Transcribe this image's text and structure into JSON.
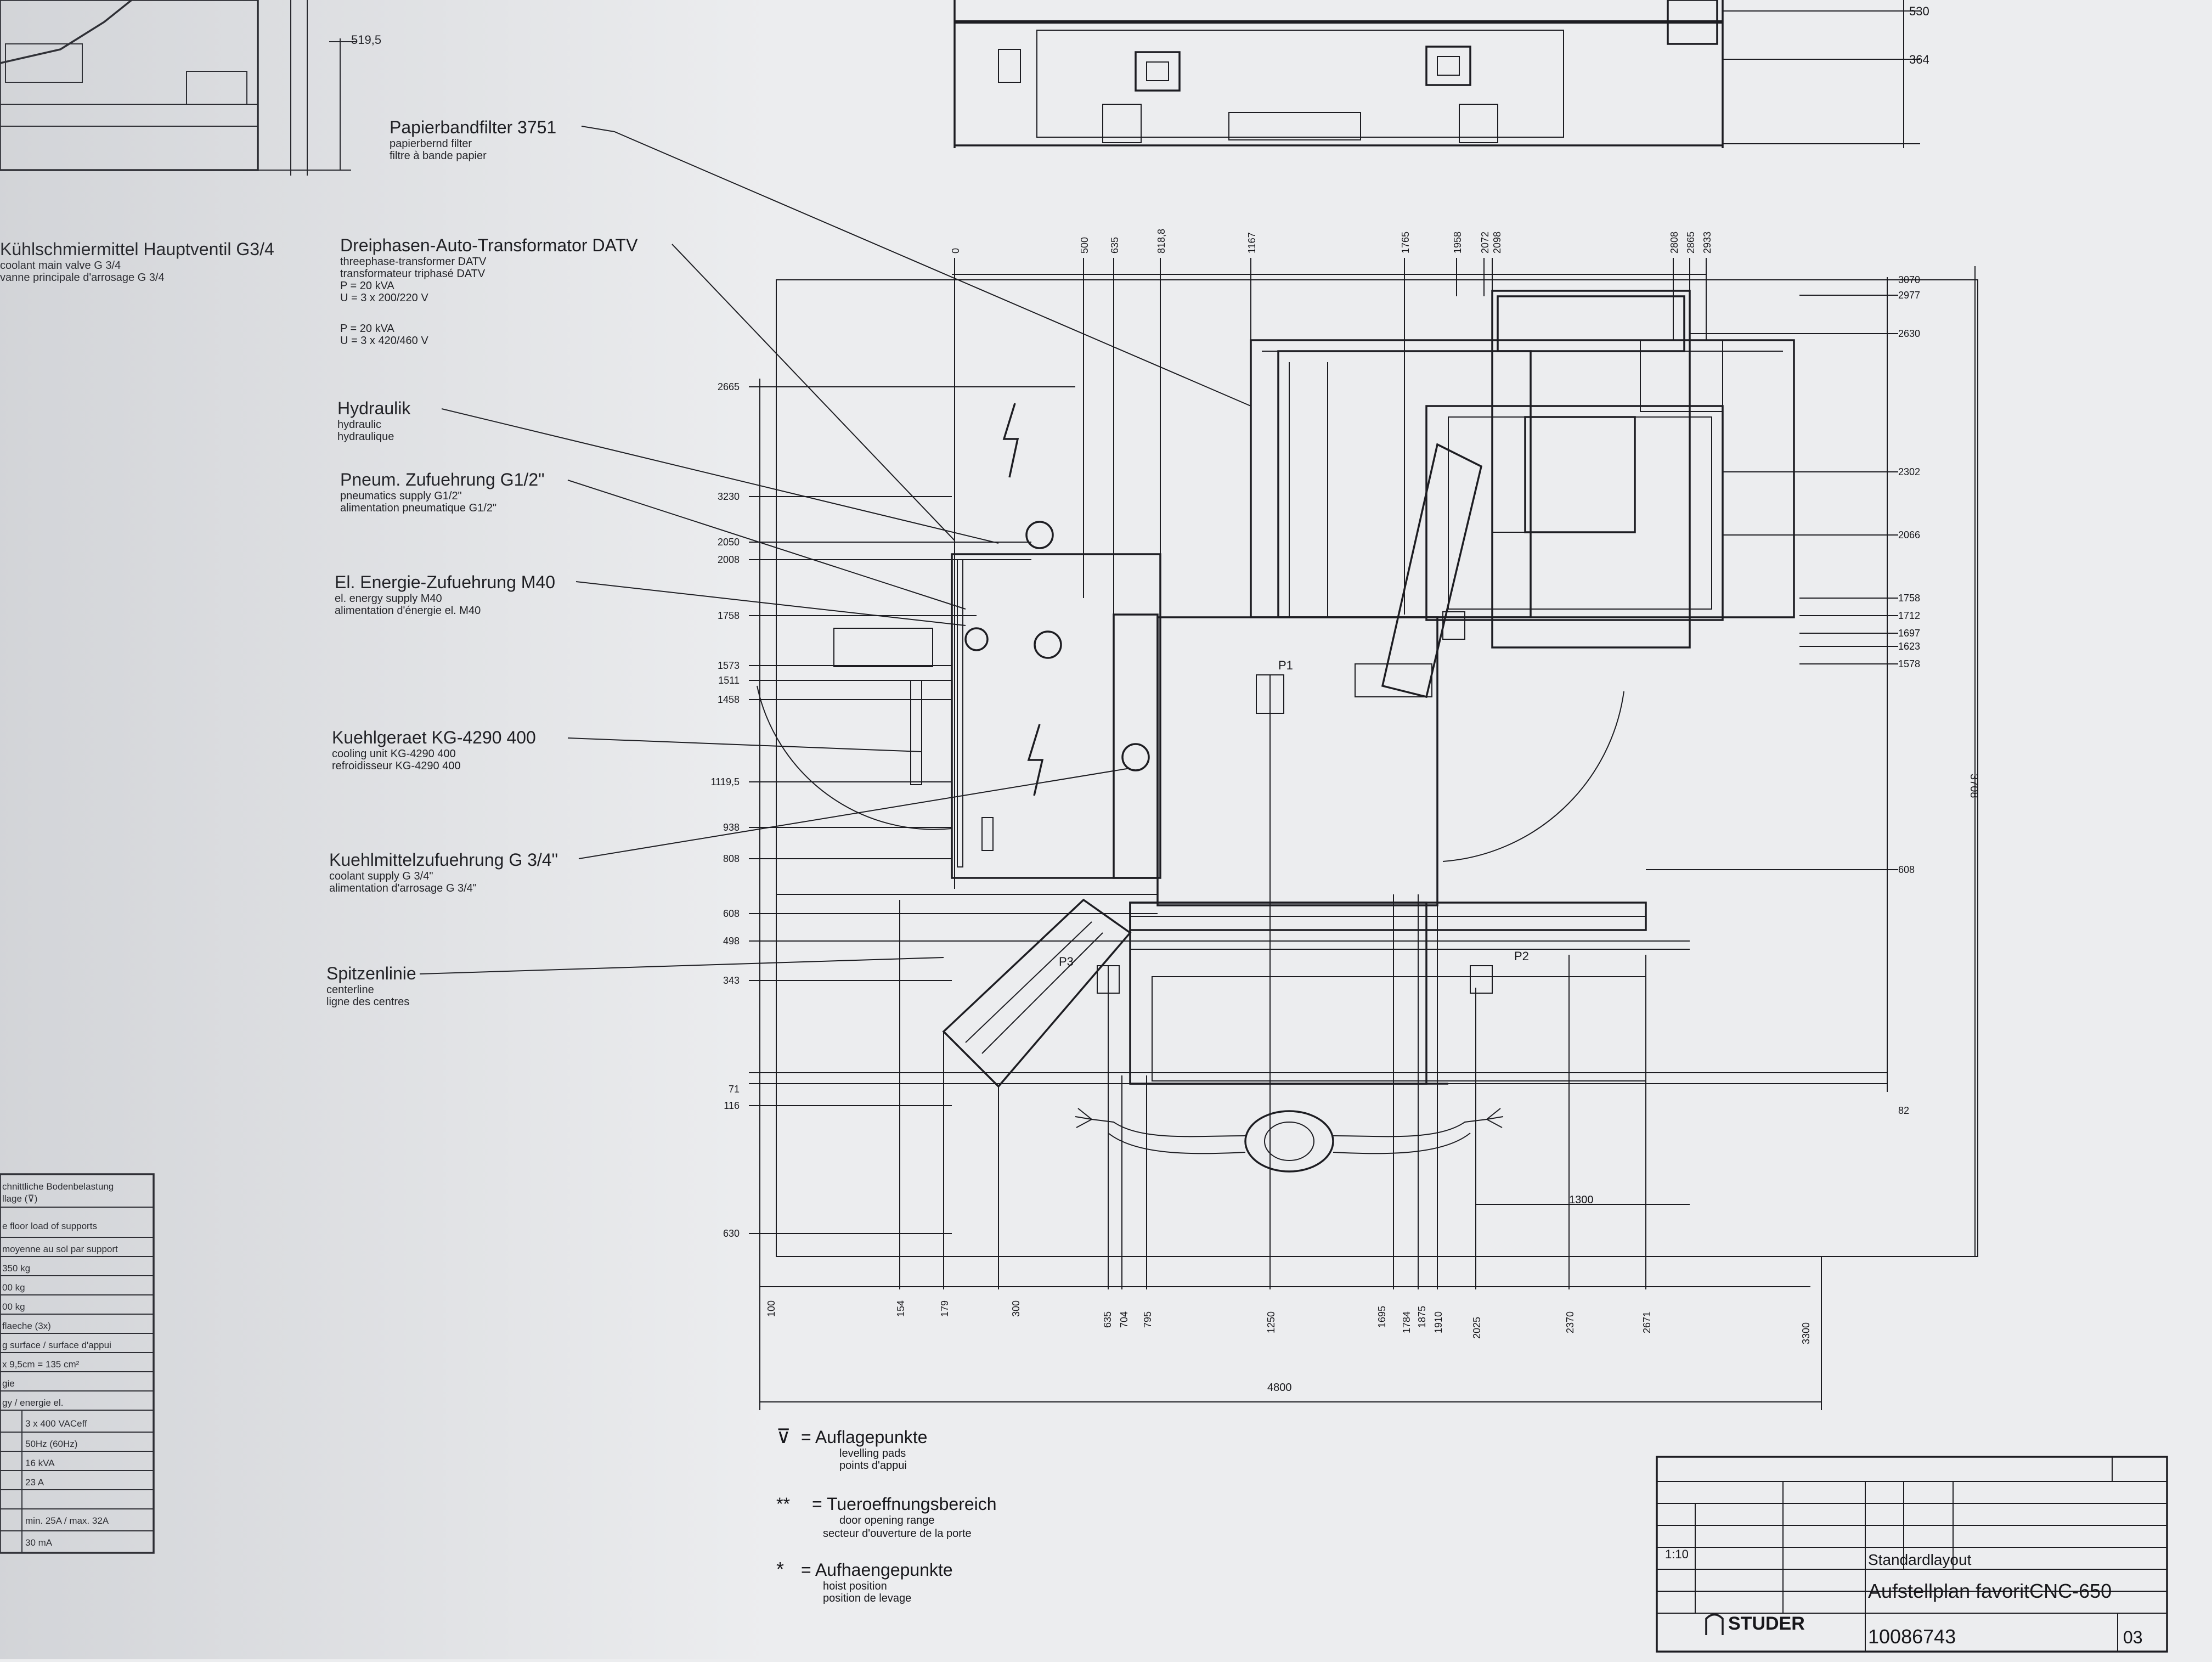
{
  "callouts": [
    {
      "title": "Papierbandfilter 3751",
      "sub": [
        "papierbernd filter",
        "filtre à bande papier"
      ]
    },
    {
      "title": "Kühlschmiermittel Hauptventil G3/4",
      "sub": [
        "coolant main valve G 3/4",
        "vanne principale d'arrosage G 3/4"
      ]
    },
    {
      "title": "Dreiphasen-Auto-Transformator DATV",
      "sub": [
        "threephase-transformer DATV",
        "transformateur triphasé DATV",
        "P = 20 kVA",
        "U = 3 x 200/220 V",
        "",
        "P = 20 kVA",
        "U = 3 x 420/460 V"
      ]
    },
    {
      "title": "Hydraulik",
      "sub": [
        "hydraulic",
        "hydraulique"
      ]
    },
    {
      "title": "Pneum. Zufuehrung G1/2\"",
      "sub": [
        "pneumatics supply G1/2\"",
        "alimentation pneumatique G1/2\""
      ]
    },
    {
      "title": "El. Energie-Zufuehrung M40",
      "sub": [
        "el. energy supply M40",
        "alimentation d'énergie el. M40"
      ]
    },
    {
      "title": "Kuehlgeraet KG-4290 400",
      "sub": [
        "cooling unit KG-4290 400",
        "refroidisseur KG-4290 400"
      ]
    },
    {
      "title": "Kuehlmittelzufuehrung G 3/4\"",
      "sub": [
        "coolant supply G 3/4\"",
        "alimentation d'arrosage G 3/4\""
      ]
    },
    {
      "title": "Spitzenlinie",
      "sub": [
        "centerline",
        "ligne des centres"
      ]
    }
  ],
  "top_dims": [
    "0",
    "500",
    "635",
    "818,8",
    "1167",
    "1765",
    "1958",
    "2072",
    "2098",
    "2808",
    "2865",
    "2933"
  ],
  "left_dims": [
    "2665",
    "3230",
    "2050",
    "2008",
    "1758",
    "1573",
    "1511",
    "1458",
    "1119,5",
    "938",
    "808",
    "608",
    "498",
    "343",
    "71",
    "116",
    "630"
  ],
  "right_dims": [
    "3070",
    "2977",
    "2630",
    "2302",
    "2066",
    "1758",
    "1712",
    "1697",
    "1623",
    "1578",
    "608",
    "82"
  ],
  "bottom_dims": [
    "100",
    "154",
    "179",
    "300",
    "635",
    "704",
    "795",
    "1250",
    "1695",
    "1784",
    "1875",
    "1910",
    "2025",
    "2370",
    "2671",
    "3300"
  ],
  "overall_width": "4800",
  "overall_height": "3708",
  "dim_1300": "1300",
  "top_view_dims": [
    "530",
    "364",
    "519,5"
  ],
  "point_labels": [
    "P1",
    "P2",
    "P3"
  ],
  "legend": [
    {
      "symbol": "⊽",
      "title": "= Auflagepunkte",
      "sub": [
        "levelling pads",
        "points d'appui"
      ]
    },
    {
      "symbol": "**",
      "title": "= Tueroeffnungsbereich",
      "sub": [
        "door opening range",
        "secteur d'ouverture de la porte"
      ]
    },
    {
      "symbol": "*",
      "title": "= Aufhaengepunkte",
      "sub": [
        "hoist position",
        "position de levage"
      ]
    }
  ],
  "left_table": {
    "rows": [
      "chnittliche Bodenbelastung",
      "llage (⊽)",
      "e floor load of supports",
      "moyenne au sol par support",
      "350 kg",
      "00 kg",
      "00 kg",
      "flaeche (3x)",
      "g surface / surface d'appui",
      "x 9,5cm = 135 cm²",
      "gie",
      "gy / energie el."
    ],
    "values": [
      "3 x 400 VACeff",
      "50Hz (60Hz)",
      "16 kVA",
      "23 A",
      "min. 25A / max. 32A",
      "30 mA"
    ]
  },
  "title_block": {
    "scale": "1:10",
    "std": "Standardlayout",
    "title": "Aufstellplan favoritCNC-650",
    "number": "10086743",
    "revision": "03",
    "brand": "STUDER"
  },
  "colors": {
    "paper": "#ecedef",
    "ink": "#1d1d22"
  }
}
